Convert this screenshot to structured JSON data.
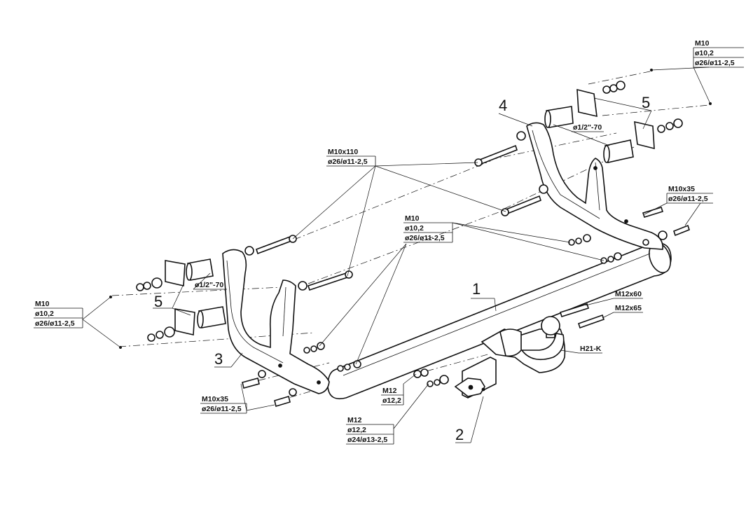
{
  "parts": {
    "p1": "1",
    "p2": "2",
    "p3": "3",
    "p4": "4",
    "p5a": "5",
    "p5b": "5"
  },
  "labels": {
    "m10_tr": [
      "M10",
      "ø10,2",
      "ø26/ø11-2,5"
    ],
    "m10x110": [
      "M10x110",
      "ø26/ø11-2,5"
    ],
    "pipe_tr": "ø1/2\"-70",
    "m10x35_r": [
      "M10x35",
      "ø26/ø11-2,5"
    ],
    "m10_c": [
      "M10",
      "ø10,2",
      "ø26/ø11-2,5"
    ],
    "m10_l": [
      "M10",
      "ø10,2",
      "ø26/ø11-2,5"
    ],
    "pipe_l": "ø1/2\"-70",
    "m12x60": "M12x60",
    "m12x65": "M12x65",
    "h21k": "H21-K",
    "m10x35_l": [
      "M10x35",
      "ø26/ø11-2,5"
    ],
    "m12_a": [
      "M12",
      "ø12,2"
    ],
    "m12_b": [
      "M12",
      "ø12,2",
      "ø24/ø13-2,5"
    ]
  }
}
